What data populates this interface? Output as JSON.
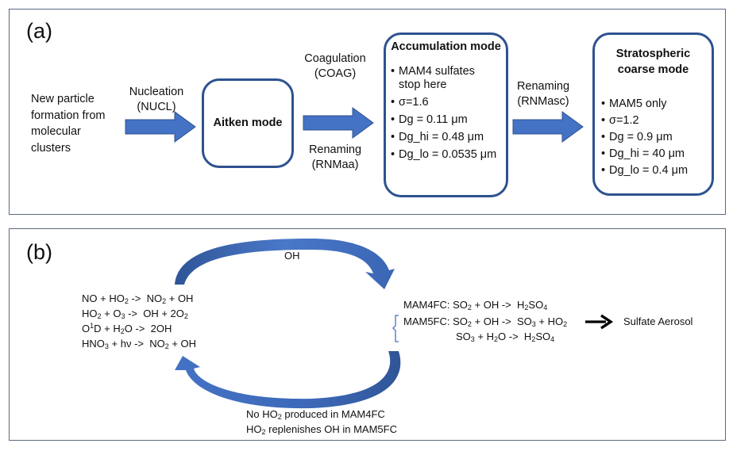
{
  "panel_a": {
    "label": "(a)",
    "source_text": [
      "New particle",
      "formation from",
      "molecular",
      "clusters"
    ],
    "nucleation": {
      "line1": "Nucleation",
      "line2": "(NUCL)"
    },
    "aitken": {
      "title": "Aitken mode"
    },
    "coagulation": {
      "line1": "Coagulation",
      "line2": "(COAG)"
    },
    "renaming_aa": {
      "line1": "Renaming",
      "line2": "(RNMaa)"
    },
    "accumulation": {
      "title": "Accumulation mode",
      "bullets": [
        "MAM4 sulfates stop here",
        "σ=1.6",
        "Dg = 0.11 μm",
        "Dg_hi = 0.48 μm",
        "Dg_lo = 0.0535 μm"
      ],
      "bullet0_line1": "MAM4 sulfates",
      "bullet0_line2": "stop here"
    },
    "renaming_asc": {
      "line1": "Renaming",
      "line2": "(RNMasc)"
    },
    "stratospheric": {
      "title_line1": "Stratospheric",
      "title_line2": "coarse mode",
      "bullets": [
        "MAM5 only",
        "σ=1.2",
        "Dg = 0.9 μm",
        "Dg_hi = 40 μm",
        "Dg_lo = 0.4 μm"
      ]
    },
    "arrow_color": "#4472c4",
    "box_border_color": "#2e528f"
  },
  "panel_b": {
    "label": "(b)",
    "top_arc_label": "OH",
    "left_reactions": [
      "NO + HO2 -> NO2 + OH",
      "HO2 + O3 -> OH + 2O2",
      "O1D + H2O -> 2OH",
      "HNO3 + hν -> NO2 + OH"
    ],
    "right_reactions": {
      "mam4fc": "MAM4FC: SO2 + OH -> H2SO4",
      "mam5fc_1": "MAM5FC: SO2 + OH -> SO3 + HO2",
      "mam5fc_2": "SO3 + H2O -> H2SO4"
    },
    "product": "Sulfate Aerosol",
    "bottom_note": [
      "No HO2 produced in MAM4FC",
      "HO2 replenishes OH in MAM5FC"
    ],
    "arc_color": "#3a62b0"
  }
}
